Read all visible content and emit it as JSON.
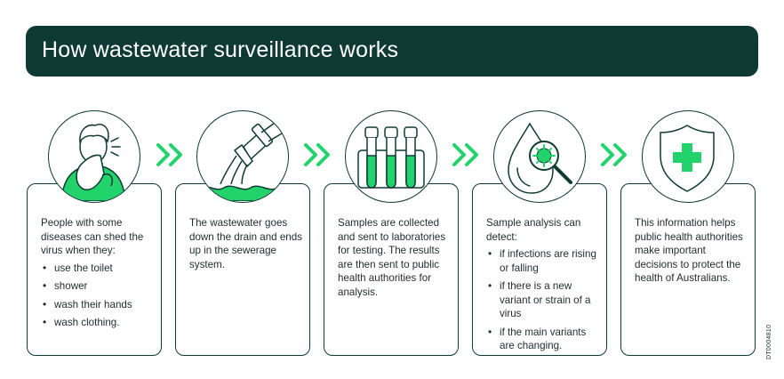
{
  "title": "How wastewater surveillance works",
  "colors": {
    "dark": "#0f3a34",
    "accent": "#22d36b"
  },
  "steps": [
    {
      "icon": "person-sneezing-icon",
      "text": "People with some diseases can shed the virus when they:",
      "bullets": [
        "use the toilet",
        "shower",
        "wash their hands",
        "wash clothing."
      ]
    },
    {
      "icon": "drain-pipe-icon",
      "text": "The wastewater goes down the drain and ends up in the sewerage system.",
      "bullets": []
    },
    {
      "icon": "test-tubes-icon",
      "text": "Samples are collected and sent to laboratories for testing. The results are then sent to public health authorities for analysis.",
      "bullets": []
    },
    {
      "icon": "droplet-virus-magnifier-icon",
      "text": "Sample analysis can detect:",
      "bullets": [
        "if infections are rising or falling",
        "if there is a new variant or strain of a virus",
        "if the main variants are changing."
      ]
    },
    {
      "icon": "health-shield-icon",
      "text": "This information helps public health authorities make important decisions to protect the health of Australians.",
      "bullets": []
    }
  ],
  "doc_code": "DT0004810"
}
